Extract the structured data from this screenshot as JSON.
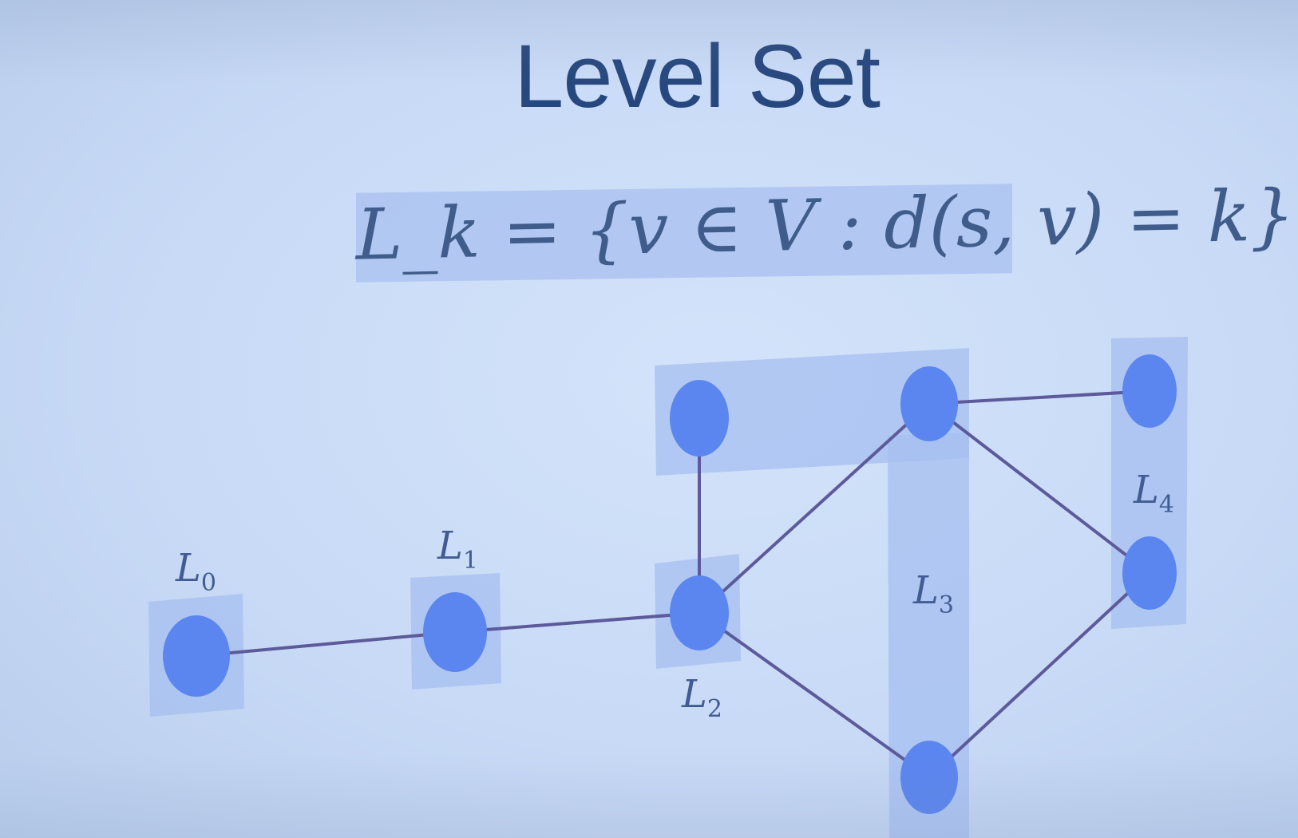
{
  "slide": {
    "title": "Level Set",
    "formula": "L_k = {v ∈ V : d(s, v) = k}"
  },
  "levels": [
    {
      "letter": "L",
      "index": "0"
    },
    {
      "letter": "L",
      "index": "1"
    },
    {
      "letter": "L",
      "index": "2"
    },
    {
      "letter": "L",
      "index": "3"
    },
    {
      "letter": "L",
      "index": "4"
    }
  ],
  "colors": {
    "background": "#c9dbf6",
    "title": "#27487e",
    "node": "#5b86ef",
    "edge": "#5c5a9a",
    "highlight": "#a6bff0"
  }
}
